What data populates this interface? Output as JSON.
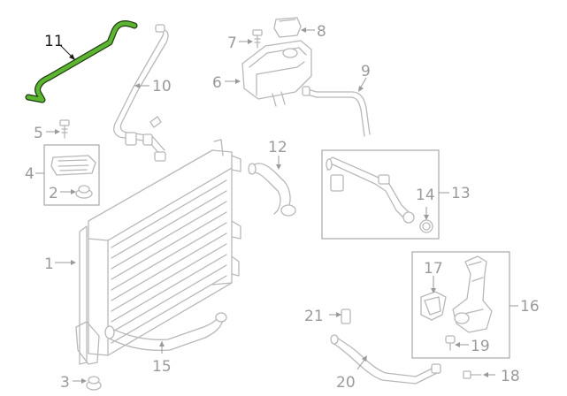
{
  "diagram": {
    "highlight_color": "#5cb531",
    "part_color": "#b8b8b8",
    "callouts": {
      "c1": "1",
      "c2": "2",
      "c3": "3",
      "c4": "4",
      "c5": "5",
      "c6": "6",
      "c7": "7",
      "c8": "8",
      "c9": "9",
      "c10": "10",
      "c11": "11",
      "c12": "12",
      "c13": "13",
      "c14": "14",
      "c15": "15",
      "c16": "16",
      "c17": "17",
      "c18": "18",
      "c19": "19",
      "c20": "20",
      "c21": "21"
    },
    "highlighted_part": "11"
  }
}
